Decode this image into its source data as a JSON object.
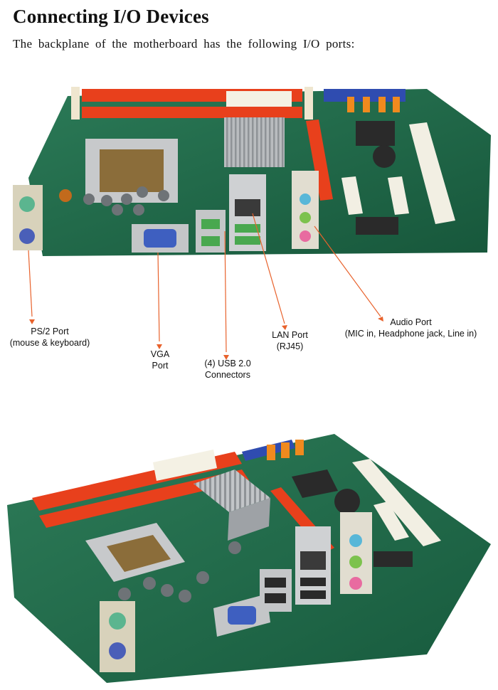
{
  "header": {
    "title": "Connecting I/O Devices",
    "intro": "The backplane of the motherboard has the following I/O ports:"
  },
  "labels": {
    "ps2": {
      "line1": "PS/2 Port",
      "line2": "(mouse & keyboard)"
    },
    "vga": {
      "line1": "VGA",
      "line2": "Port"
    },
    "usb": {
      "line1": "(4) USB 2.0",
      "line2": "Connectors"
    },
    "lan": {
      "line1": "LAN Port",
      "line2": "(RJ45)"
    },
    "audio": {
      "line1": "Audio Port",
      "line2": "(MIC in, Headphone jack, Line in)"
    }
  },
  "colors": {
    "pcb": "#1f6b4a",
    "dimm_slot": "#e8401c",
    "pci_slot": "#f2efe3",
    "leader_line": "#e8622c"
  }
}
